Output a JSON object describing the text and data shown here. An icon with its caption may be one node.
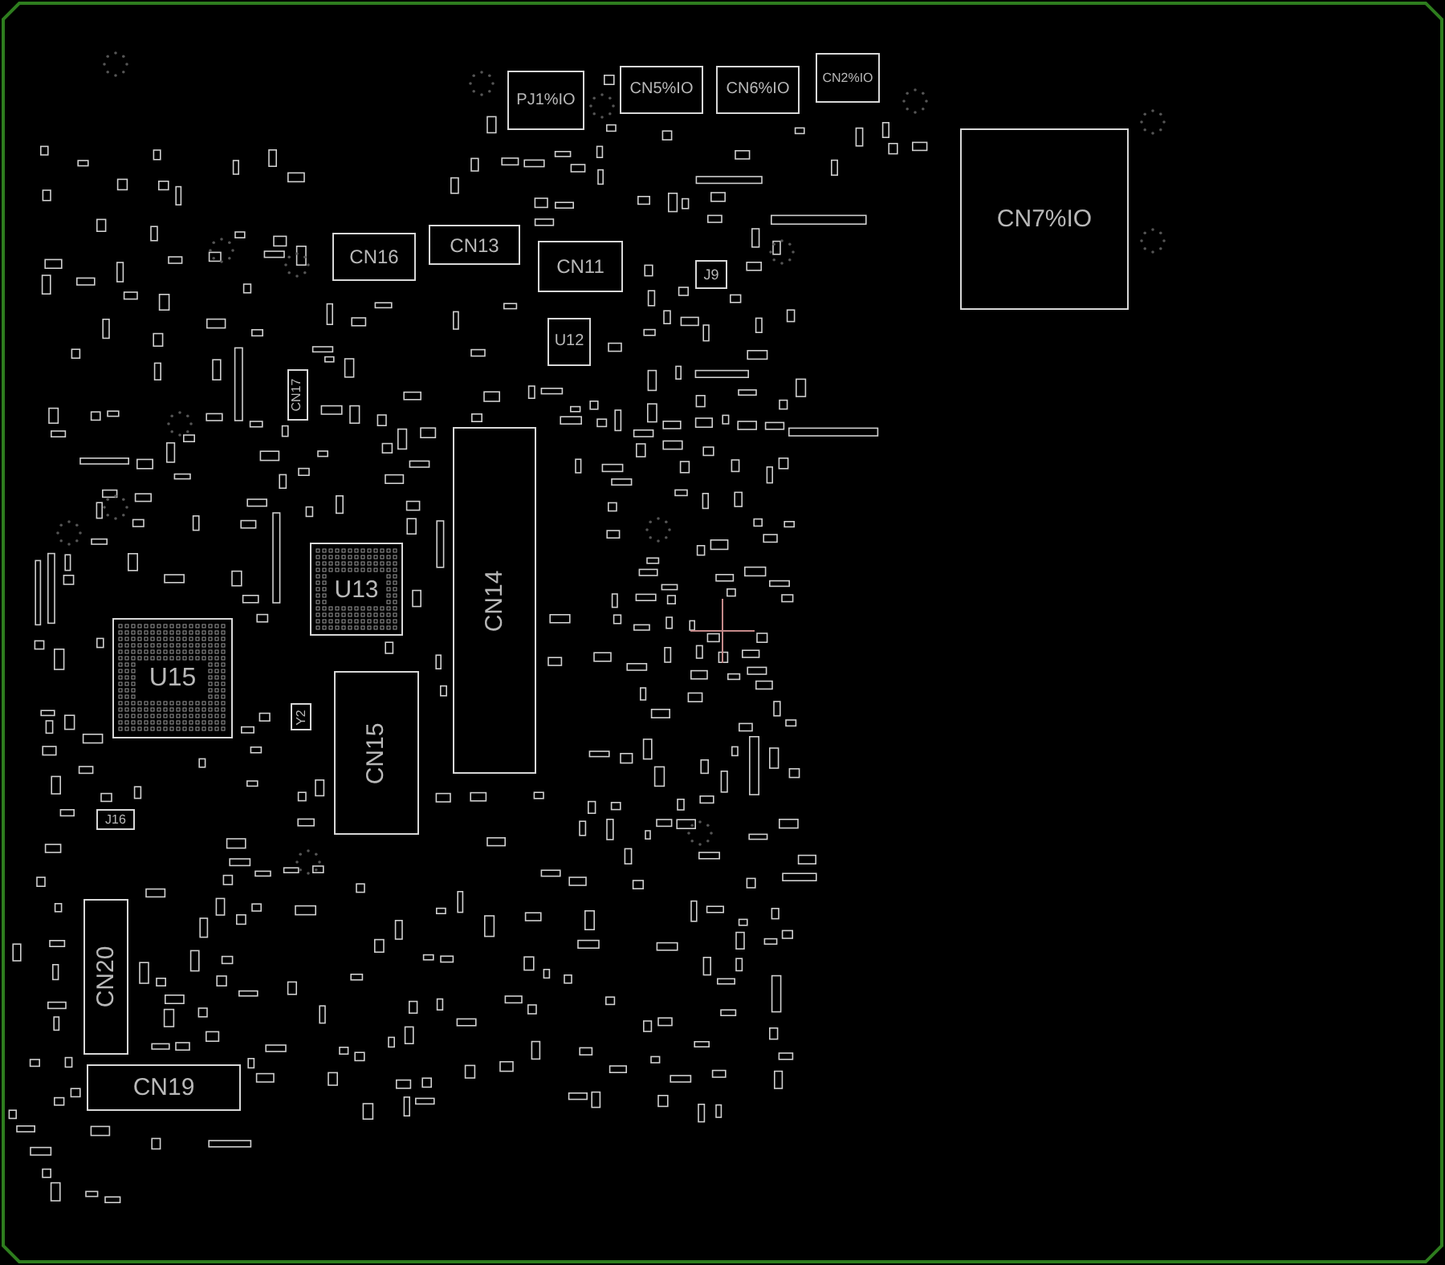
{
  "diagram": {
    "nodes": [
      {
        "text": [
          "PJ1%IO"
        ]
      },
      {
        "text": [
          "CN5%IO"
        ]
      },
      {
        "text": [
          "CN6%IO"
        ]
      },
      {
        "text": [
          "CN2%IO"
        ]
      },
      {
        "text": [
          "CN7%IO"
        ]
      },
      {
        "text": [
          "CN16"
        ]
      },
      {
        "text": [
          "CN13"
        ]
      },
      {
        "text": [
          "CN11"
        ]
      },
      {
        "text": [
          "J9"
        ]
      },
      {
        "text": [
          "U12"
        ]
      },
      {
        "text": [
          "CN17"
        ]
      },
      {
        "text": [
          "U13"
        ]
      },
      {
        "text": [
          "CN14"
        ]
      },
      {
        "text": [
          "U15"
        ]
      },
      {
        "text": [
          "Y2"
        ]
      },
      {
        "text": [
          "CN15"
        ]
      },
      {
        "text": [
          "J16"
        ]
      },
      {
        "text": [
          "CN20"
        ]
      },
      {
        "text": [
          "CN19"
        ]
      }
    ],
    "edges": []
  }
}
